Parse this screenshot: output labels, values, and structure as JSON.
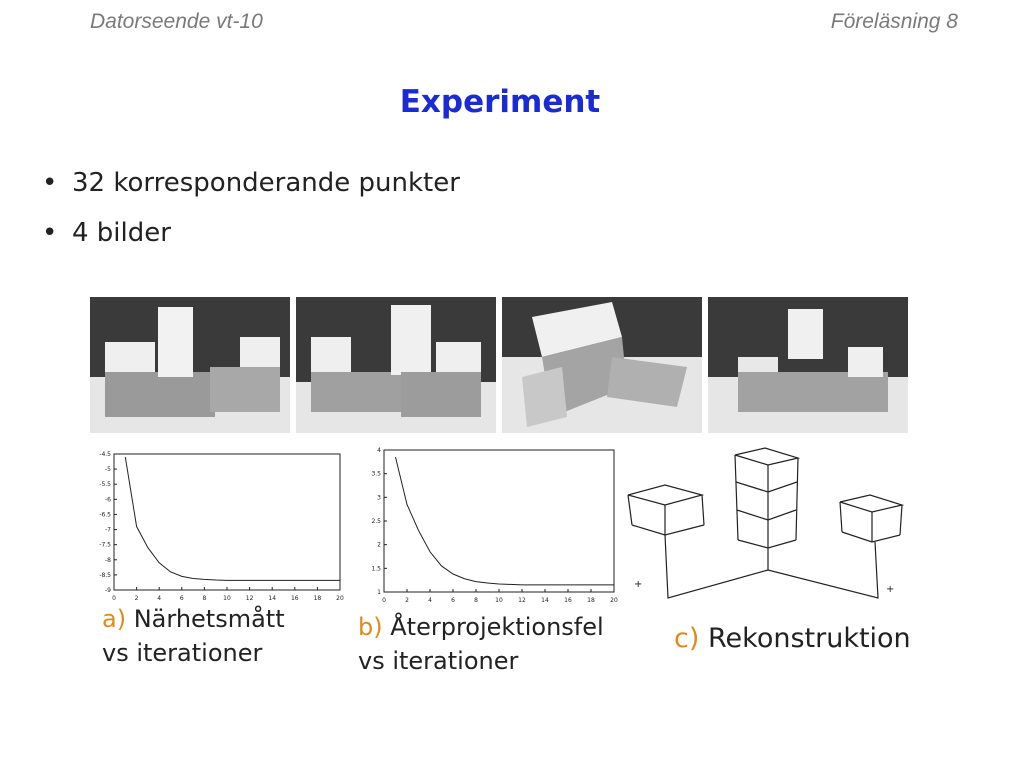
{
  "header": {
    "left": "Datorseende vt-10",
    "right": "Föreläsning 8"
  },
  "title": "Experiment",
  "bullets": [
    "32 korresponderande punkter",
    "4 bilder"
  ],
  "captions": {
    "a": {
      "letter": "a)",
      "line1": "Närhetsmått",
      "line2": "vs iterationer"
    },
    "b": {
      "letter": "b)",
      "line1": "Återprojektionsfel",
      "line2": "vs iterationer"
    },
    "c": {
      "letter": "c)",
      "line1": "Rekonstruktion"
    }
  },
  "colors": {
    "title": "#1a2bd6",
    "caption_letter": "#e08a1e",
    "header": "#7a7a7a"
  },
  "chart_data": [
    {
      "type": "line",
      "xlabel": "",
      "ylabel": "",
      "xlim": [
        0,
        20
      ],
      "ylim": [
        -9,
        -4.5
      ],
      "xticks": [
        "0",
        "2",
        "4",
        "6",
        "8",
        "10",
        "12",
        "14",
        "16",
        "18",
        "20"
      ],
      "yticks": [
        "-4.5",
        "-5",
        "-5.5",
        "-6",
        "-6.5",
        "-7",
        "-7.5",
        "-8",
        "-8.5",
        "-9"
      ],
      "series": [
        {
          "x": [
            1,
            2,
            3,
            4,
            5,
            6,
            7,
            8,
            9,
            10,
            11,
            12,
            13,
            14,
            15,
            16,
            17,
            18,
            19,
            20
          ],
          "y": [
            -4.6,
            -6.9,
            -7.6,
            -8.1,
            -8.4,
            -8.55,
            -8.62,
            -8.65,
            -8.67,
            -8.68,
            -8.68,
            -8.68,
            -8.68,
            -8.68,
            -8.68,
            -8.68,
            -8.68,
            -8.68,
            -8.68,
            -8.68
          ]
        }
      ]
    },
    {
      "type": "line",
      "xlabel": "",
      "ylabel": "",
      "xlim": [
        0,
        20
      ],
      "ylim": [
        1,
        4
      ],
      "xticks": [
        "0",
        "2",
        "4",
        "6",
        "8",
        "10",
        "12",
        "14",
        "16",
        "18",
        "20"
      ],
      "yticks": [
        "1",
        "1.5",
        "2",
        "2.5",
        "3",
        "3.5",
        "4"
      ],
      "series": [
        {
          "x": [
            1,
            2,
            3,
            4,
            5,
            6,
            7,
            8,
            9,
            10,
            11,
            12,
            13,
            14,
            15,
            16,
            17,
            18,
            19,
            20
          ],
          "y": [
            3.85,
            2.85,
            2.3,
            1.85,
            1.55,
            1.38,
            1.28,
            1.22,
            1.19,
            1.17,
            1.16,
            1.15,
            1.15,
            1.15,
            1.15,
            1.15,
            1.15,
            1.15,
            1.15,
            1.15
          ]
        }
      ]
    }
  ]
}
